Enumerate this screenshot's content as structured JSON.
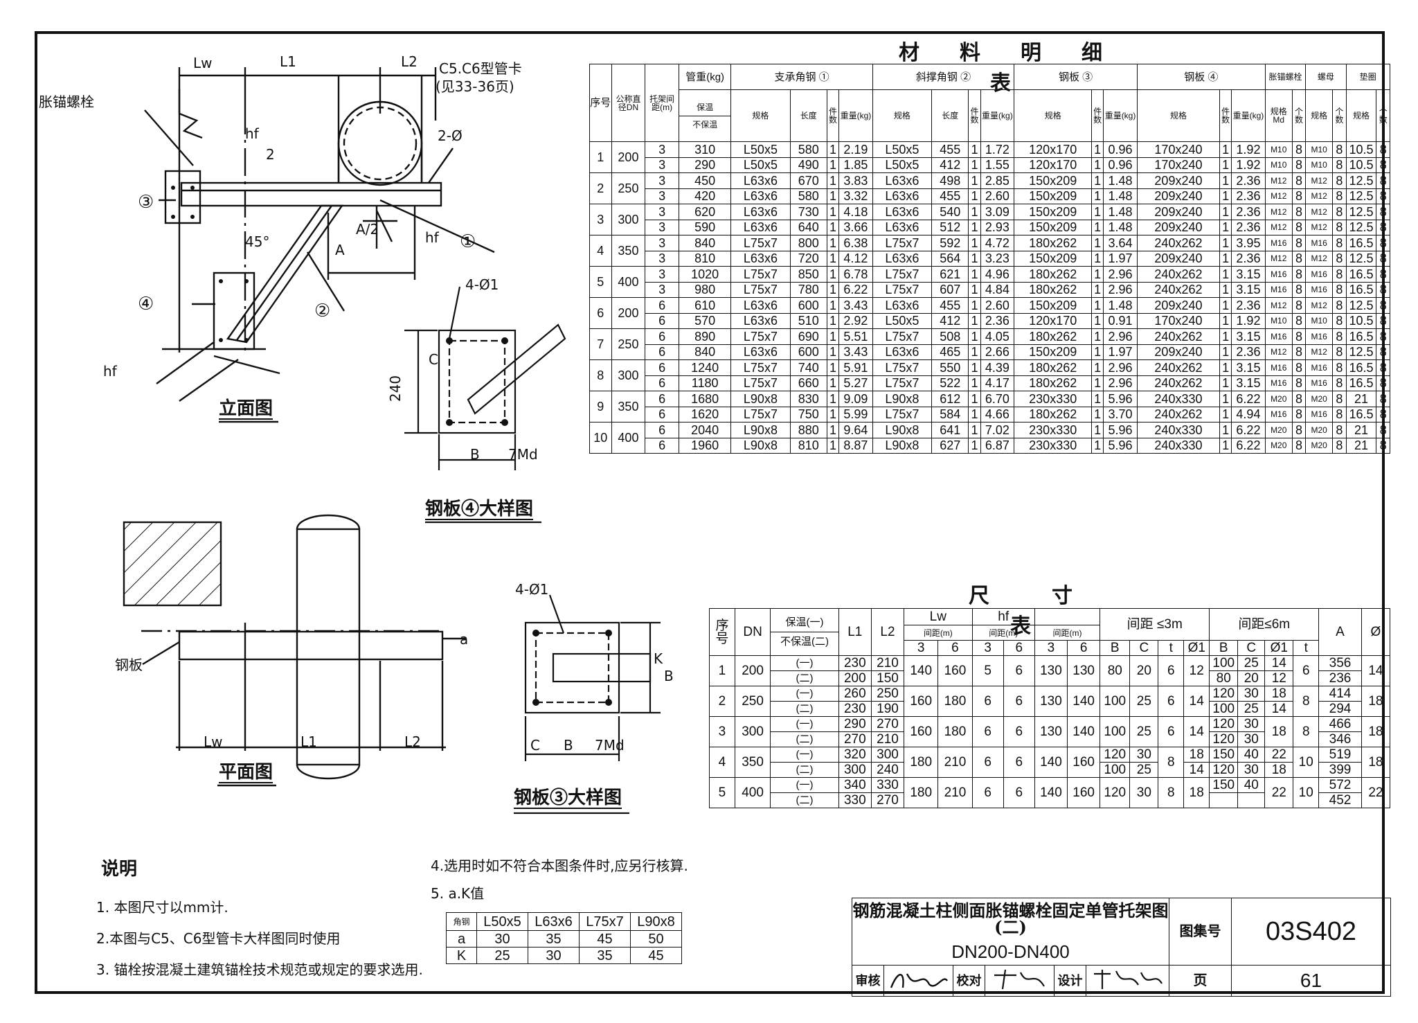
{
  "material_table": {
    "title": "材料明细表",
    "header_top": [
      "序号",
      "公称直径DN",
      "托架间距(m)",
      "管重(kg)",
      "支承角钢 ①",
      "斜撑角钢 ②",
      "钢板 ③",
      "钢板 ④",
      "胀锚螺栓",
      "螺母",
      "垫圈"
    ],
    "header_sub": [
      "保温",
      "不保温",
      "规格",
      "长度",
      "件数",
      "重量(kg)",
      "规格",
      "长度",
      "件数",
      "重量(kg)",
      "规格",
      "件数",
      "重量(kg)",
      "规格",
      "件数",
      "重量(kg)",
      "规格Md",
      "个数",
      "规格",
      "个数",
      "规格",
      "个数"
    ],
    "rows": [
      [
        "1",
        "200",
        "3",
        "310",
        "L50x5",
        "580",
        "1",
        "2.19",
        "L50x5",
        "455",
        "1",
        "1.72",
        "120x170",
        "1",
        "0.96",
        "170x240",
        "1",
        "1.92",
        "M10",
        "8",
        "M10",
        "8",
        "10.5",
        "8"
      ],
      [
        "",
        "",
        "3",
        "290",
        "L50x5",
        "490",
        "1",
        "1.85",
        "L50x5",
        "412",
        "1",
        "1.55",
        "120x170",
        "1",
        "0.96",
        "170x240",
        "1",
        "1.92",
        "M10",
        "8",
        "M10",
        "8",
        "10.5",
        "8"
      ],
      [
        "2",
        "250",
        "3",
        "450",
        "L63x6",
        "670",
        "1",
        "3.83",
        "L63x6",
        "498",
        "1",
        "2.85",
        "150x209",
        "1",
        "1.48",
        "209x240",
        "1",
        "2.36",
        "M12",
        "8",
        "M12",
        "8",
        "12.5",
        "8"
      ],
      [
        "",
        "",
        "3",
        "420",
        "L63x6",
        "580",
        "1",
        "3.32",
        "L63x6",
        "455",
        "1",
        "2.60",
        "150x209",
        "1",
        "1.48",
        "209x240",
        "1",
        "2.36",
        "M12",
        "8",
        "M12",
        "8",
        "12.5",
        "8"
      ],
      [
        "3",
        "300",
        "3",
        "620",
        "L63x6",
        "730",
        "1",
        "4.18",
        "L63x6",
        "540",
        "1",
        "3.09",
        "150x209",
        "1",
        "1.48",
        "209x240",
        "1",
        "2.36",
        "M12",
        "8",
        "M12",
        "8",
        "12.5",
        "8"
      ],
      [
        "",
        "",
        "3",
        "590",
        "L63x6",
        "640",
        "1",
        "3.66",
        "L63x6",
        "512",
        "1",
        "2.93",
        "150x209",
        "1",
        "1.48",
        "209x240",
        "1",
        "2.36",
        "M12",
        "8",
        "M12",
        "8",
        "12.5",
        "8"
      ],
      [
        "4",
        "350",
        "3",
        "840",
        "L75x7",
        "800",
        "1",
        "6.38",
        "L75x7",
        "592",
        "1",
        "4.72",
        "180x262",
        "1",
        "3.64",
        "240x262",
        "1",
        "3.95",
        "M16",
        "8",
        "M16",
        "8",
        "16.5",
        "8"
      ],
      [
        "",
        "",
        "3",
        "810",
        "L63x6",
        "720",
        "1",
        "4.12",
        "L63x6",
        "564",
        "1",
        "3.23",
        "150x209",
        "1",
        "1.97",
        "209x240",
        "1",
        "2.36",
        "M12",
        "8",
        "M12",
        "8",
        "12.5",
        "8"
      ],
      [
        "5",
        "400",
        "3",
        "1020",
        "L75x7",
        "850",
        "1",
        "6.78",
        "L75x7",
        "621",
        "1",
        "4.96",
        "180x262",
        "1",
        "2.96",
        "240x262",
        "1",
        "3.15",
        "M16",
        "8",
        "M16",
        "8",
        "16.5",
        "8"
      ],
      [
        "",
        "",
        "3",
        "980",
        "L75x7",
        "780",
        "1",
        "6.22",
        "L75x7",
        "607",
        "1",
        "4.84",
        "180x262",
        "1",
        "2.96",
        "240x262",
        "1",
        "3.15",
        "M16",
        "8",
        "M16",
        "8",
        "16.5",
        "8"
      ],
      [
        "6",
        "200",
        "6",
        "610",
        "L63x6",
        "600",
        "1",
        "3.43",
        "L63x6",
        "455",
        "1",
        "2.60",
        "150x209",
        "1",
        "1.48",
        "209x240",
        "1",
        "2.36",
        "M12",
        "8",
        "M12",
        "8",
        "12.5",
        "8"
      ],
      [
        "",
        "",
        "6",
        "570",
        "L63x6",
        "510",
        "1",
        "2.92",
        "L50x5",
        "412",
        "1",
        "2.36",
        "120x170",
        "1",
        "0.91",
        "170x240",
        "1",
        "1.92",
        "M10",
        "8",
        "M10",
        "8",
        "10.5",
        "8"
      ],
      [
        "7",
        "250",
        "6",
        "890",
        "L75x7",
        "690",
        "1",
        "5.51",
        "L75x7",
        "508",
        "1",
        "4.05",
        "180x262",
        "1",
        "2.96",
        "240x262",
        "1",
        "3.15",
        "M16",
        "8",
        "M16",
        "8",
        "16.5",
        "8"
      ],
      [
        "",
        "",
        "6",
        "840",
        "L63x6",
        "600",
        "1",
        "3.43",
        "L63x6",
        "465",
        "1",
        "2.66",
        "150x209",
        "1",
        "1.97",
        "209x240",
        "1",
        "2.36",
        "M12",
        "8",
        "M12",
        "8",
        "12.5",
        "8"
      ],
      [
        "8",
        "300",
        "6",
        "1240",
        "L75x7",
        "740",
        "1",
        "5.91",
        "L75x7",
        "550",
        "1",
        "4.39",
        "180x262",
        "1",
        "2.96",
        "240x262",
        "1",
        "3.15",
        "M16",
        "8",
        "M16",
        "8",
        "16.5",
        "8"
      ],
      [
        "",
        "",
        "6",
        "1180",
        "L75x7",
        "660",
        "1",
        "5.27",
        "L75x7",
        "522",
        "1",
        "4.17",
        "180x262",
        "1",
        "2.96",
        "240x262",
        "1",
        "3.15",
        "M16",
        "8",
        "M16",
        "8",
        "16.5",
        "8"
      ],
      [
        "9",
        "350",
        "6",
        "1680",
        "L90x8",
        "830",
        "1",
        "9.09",
        "L90x8",
        "612",
        "1",
        "6.70",
        "230x330",
        "1",
        "5.96",
        "240x330",
        "1",
        "6.22",
        "M20",
        "8",
        "M20",
        "8",
        "21",
        "8"
      ],
      [
        "",
        "",
        "6",
        "1620",
        "L75x7",
        "750",
        "1",
        "5.99",
        "L75x7",
        "584",
        "1",
        "4.66",
        "180x262",
        "1",
        "3.70",
        "240x262",
        "1",
        "4.94",
        "M16",
        "8",
        "M16",
        "8",
        "16.5",
        "8"
      ],
      [
        "10",
        "400",
        "6",
        "2040",
        "L90x8",
        "880",
        "1",
        "9.64",
        "L90x8",
        "641",
        "1",
        "7.02",
        "230x330",
        "1",
        "5.96",
        "240x330",
        "1",
        "6.22",
        "M20",
        "8",
        "M20",
        "8",
        "21",
        "8"
      ],
      [
        "",
        "",
        "6",
        "1960",
        "L90x8",
        "810",
        "1",
        "8.87",
        "L90x8",
        "627",
        "1",
        "6.87",
        "230x330",
        "1",
        "5.96",
        "240x330",
        "1",
        "6.22",
        "M20",
        "8",
        "M20",
        "8",
        "21",
        "8"
      ]
    ]
  },
  "dim_table": {
    "title": "尺寸表",
    "header": {
      "seq": "序号",
      "dn": "DN",
      "ins_a": "保温(一)",
      "ins_b": "不保温(二)",
      "l1": "L1",
      "l2": "L2",
      "lw": "Lw",
      "hf": "hf",
      "blank": "",
      "spacing": "间距(m)",
      "s3": "3",
      "s6": "6",
      "le3": "间距 ≤3m",
      "le6": "间距≤6m",
      "b": "B",
      "c": "C",
      "t": "t",
      "phi1": "Ø1",
      "a": "A",
      "phi": "Ø"
    },
    "rows": [
      {
        "n": "1",
        "dn": "200",
        "sub": [
          [
            "(一)",
            "230",
            "210",
            "100",
            "25",
            "14",
            "356"
          ],
          [
            "(二)",
            "200",
            "150",
            "80",
            "20",
            "12",
            "236"
          ]
        ],
        "lw3": "140",
        "lw6": "160",
        "hf3": "5",
        "hf6": "6",
        "c3": "130",
        "c6": "130",
        "b": "80",
        "c": "20",
        "t": "6",
        "p1": "12",
        "t6": "6",
        "phi": "14"
      },
      {
        "n": "2",
        "dn": "250",
        "sub": [
          [
            "(一)",
            "260",
            "250",
            "120",
            "30",
            "18",
            "414"
          ],
          [
            "(二)",
            "230",
            "190",
            "100",
            "25",
            "14",
            "294"
          ]
        ],
        "lw3": "160",
        "lw6": "180",
        "hf3": "6",
        "hf6": "6",
        "c3": "130",
        "c6": "140",
        "b": "100",
        "c": "25",
        "t": "6",
        "p1": "14",
        "t6": "8",
        "phi": "18"
      },
      {
        "n": "3",
        "dn": "300",
        "sub": [
          [
            "(一)",
            "290",
            "270",
            "120",
            "30",
            "18",
            "466"
          ],
          [
            "(二)",
            "270",
            "210",
            "120",
            "30",
            "",
            "346"
          ]
        ],
        "lw3": "160",
        "lw6": "180",
        "hf3": "6",
        "hf6": "6",
        "c3": "130",
        "c6": "140",
        "b": "100",
        "c": "25",
        "t": "6",
        "p1": "14",
        "t6": "8",
        "phi": "18"
      },
      {
        "n": "4",
        "dn": "350",
        "sub": [
          [
            "(一)",
            "320",
            "300",
            "150",
            "40",
            "22",
            "519"
          ],
          [
            "(二)",
            "300",
            "240",
            "120",
            "30",
            "18",
            "399"
          ]
        ],
        "lw3": "180",
        "lw6": "210",
        "hf3": "6",
        "hf6": "6",
        "c3": "140",
        "c6": "160",
        "b": "120",
        "c": "30",
        "t": "8",
        "p1": "18",
        "t6": "10",
        "phi": "18",
        "b2": "100",
        "c2": "25",
        "p12": "14"
      },
      {
        "n": "5",
        "dn": "400",
        "sub": [
          [
            "(一)",
            "340",
            "330",
            "150",
            "40",
            "22",
            "572"
          ],
          [
            "(二)",
            "330",
            "270",
            "",
            "",
            "",
            "452"
          ]
        ],
        "lw3": "180",
        "lw6": "210",
        "hf3": "6",
        "hf6": "6",
        "c3": "140",
        "c6": "160",
        "b": "120",
        "c": "30",
        "t": "8",
        "p1": "18",
        "t6": "10",
        "phi": "22"
      }
    ]
  },
  "elevation": {
    "caption": "立面图",
    "labels": {
      "lw": "Lw",
      "l1": "L1",
      "l2": "L2",
      "clip": "C5.C6型管卡",
      "clip_ref": "(见33-36页)",
      "bolt": "胀锚螺栓",
      "hf": "hf",
      "hf2": "hf",
      "hf3": "hf",
      "two_phi": "2-Ø",
      "a_half": "A/2",
      "a": "A",
      "deg": "45°",
      "two": "2",
      "c1": "①",
      "c2": "②",
      "c3": "③",
      "c4": "④"
    }
  },
  "plate4": {
    "caption": "钢板④大样图",
    "labels": {
      "holes": "4-Ø1",
      "h": "240",
      "c": "C",
      "b": "B",
      "md": "7Md"
    }
  },
  "plan": {
    "caption": "平面图",
    "labels": {
      "plate": "钢板",
      "lw": "Lw",
      "l1": "L1",
      "l2": "L2",
      "a": "a"
    }
  },
  "plate3": {
    "caption": "钢板③大样图",
    "labels": {
      "holes": "4-Ø1",
      "c": "C",
      "b": "B",
      "md": "7Md",
      "k": "K",
      "bv": "B"
    }
  },
  "notes": {
    "heading": "说明",
    "items": [
      "1. 本图尺寸以mm计.",
      "2.本图与C5、C6型管卡大样图同时使用",
      "3. 锚栓按混凝土建筑锚栓技术规范或规定的要求选用.",
      "4.选用时如不符合本图条件时,应另行核算.",
      "5. a.K值"
    ],
    "ak_table": {
      "headers": [
        "角钢",
        "L50x5",
        "L63x6",
        "L75x7",
        "L90x8"
      ],
      "rows": [
        [
          "a",
          "30",
          "35",
          "45",
          "50"
        ],
        [
          "K",
          "25",
          "30",
          "35",
          "45"
        ]
      ]
    }
  },
  "title_block": {
    "title_line1": "钢筋混凝土柱侧面胀锚螺栓固定单管托架图(二)",
    "title_line2": "DN200-DN400",
    "atlas_label": "图集号",
    "atlas_no": "03S402",
    "review": "审核",
    "check": "校对",
    "design": "设计",
    "page_label": "页",
    "page_no": "61"
  }
}
